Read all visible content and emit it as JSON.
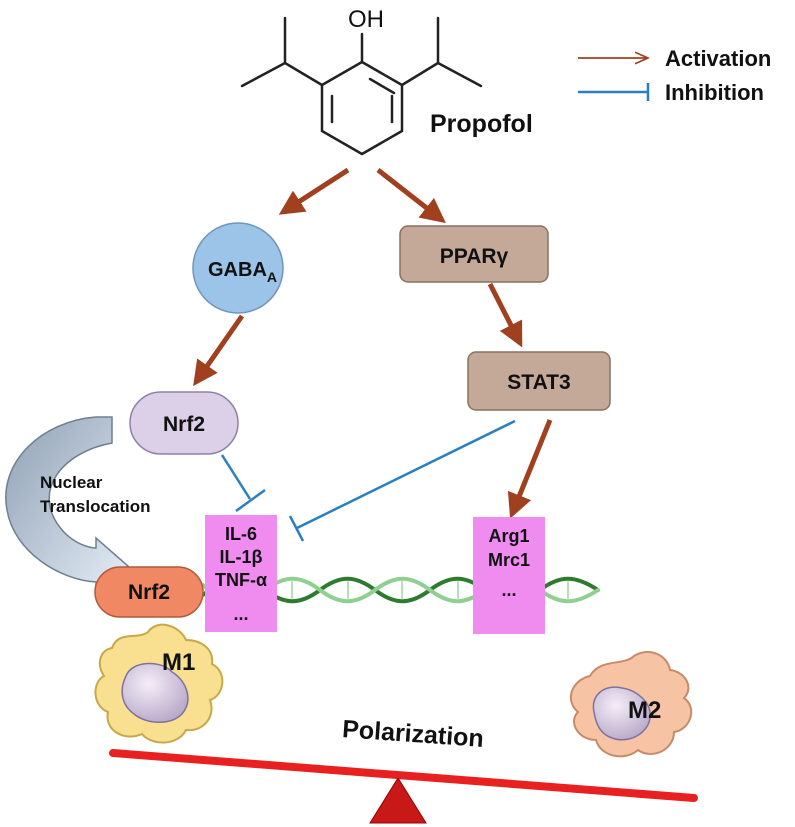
{
  "molecule": {
    "name": "Propofol",
    "hydroxyl": "OH"
  },
  "legend": {
    "activation": {
      "label": "Activation",
      "color": "#a0401e"
    },
    "inhibition": {
      "label": "Inhibition",
      "color": "#2a7fc0"
    }
  },
  "nodes": {
    "gaba": {
      "main": "GABA",
      "sub": "A"
    },
    "ppar": "PPARγ",
    "nrf2_cytoplasm": "Nrf2",
    "stat3": "STAT3",
    "nrf2_nucleus": "Nrf2"
  },
  "translocation": {
    "line1": "Nuclear",
    "line2": "Translocation"
  },
  "m1_genes": [
    "IL-6",
    "IL-1β",
    "TNF-α",
    "..."
  ],
  "m2_genes": [
    "Arg1",
    "Mrc1",
    "..."
  ],
  "cells": {
    "m1": "M1",
    "m2": "M2"
  },
  "balance": {
    "label": "Polarization"
  },
  "colors": {
    "gene_box": "#f08cf0",
    "gaba_fill": "#9cc3e8",
    "nrf2_cyto_fill": "#dcd0e8",
    "nrf2_nuc_fill": "#f08864",
    "brown_box": "#c4a898",
    "dna": "#3c8c3c",
    "balance_bar": "#e82020",
    "m1_cell": "#f8e090",
    "m2_cell": "#f6c4a4",
    "nucleus": "#d8c8e0"
  }
}
